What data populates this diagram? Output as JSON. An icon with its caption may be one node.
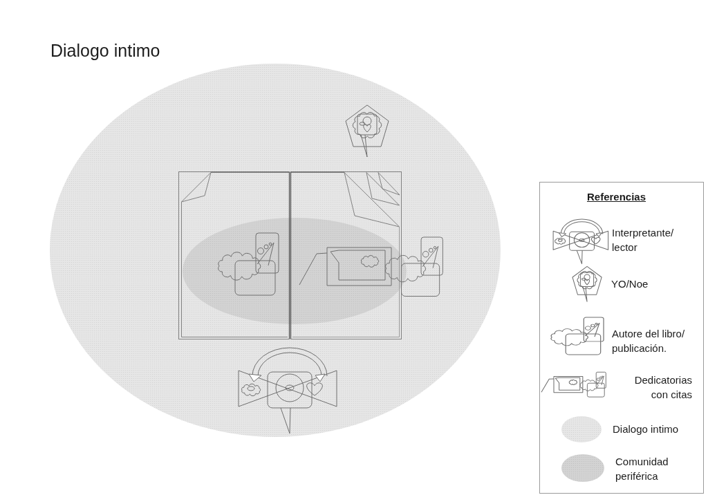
{
  "diagram": {
    "title": "Dialogo intimo",
    "labels": [
      "Referencias"
    ],
    "legend": [
      {
        "text": "Interpretante/ lector"
      },
      {
        "text": "YO/Noe"
      },
      {
        "text": "Autore del libro/ publicación."
      },
      {
        "text": "Dedicatorias con citas"
      },
      {
        "text": "Dialogo intimo",
        "color": "#e6e6e6"
      },
      {
        "text": "Comunidad periférica",
        "color": "#d3d3d3"
      }
    ]
  }
}
